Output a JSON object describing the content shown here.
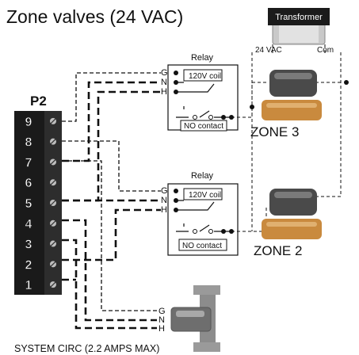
{
  "title": "Zone valves (24 VAC)",
  "transformer": {
    "label": "Transformer",
    "tap_24vac": "24 VAC",
    "tap_com": "Com"
  },
  "terminal_block": {
    "label": "P2",
    "terminals": [
      "9",
      "8",
      "7",
      "6",
      "5",
      "4",
      "3",
      "2",
      "1"
    ]
  },
  "relays": [
    {
      "title": "Relay",
      "coil": "120V coil",
      "contact": "NO contact",
      "pins": [
        "G",
        "N",
        "H"
      ]
    },
    {
      "title": "Relay",
      "coil": "120V coil",
      "contact": "NO contact",
      "pins": [
        "G",
        "N",
        "H"
      ]
    }
  ],
  "zones": [
    "ZONE 3",
    "ZONE 2"
  ],
  "circulator": {
    "label": "SYSTEM CIRC (2.2 AMPS MAX)",
    "pins": [
      "G",
      "N",
      "H"
    ]
  }
}
